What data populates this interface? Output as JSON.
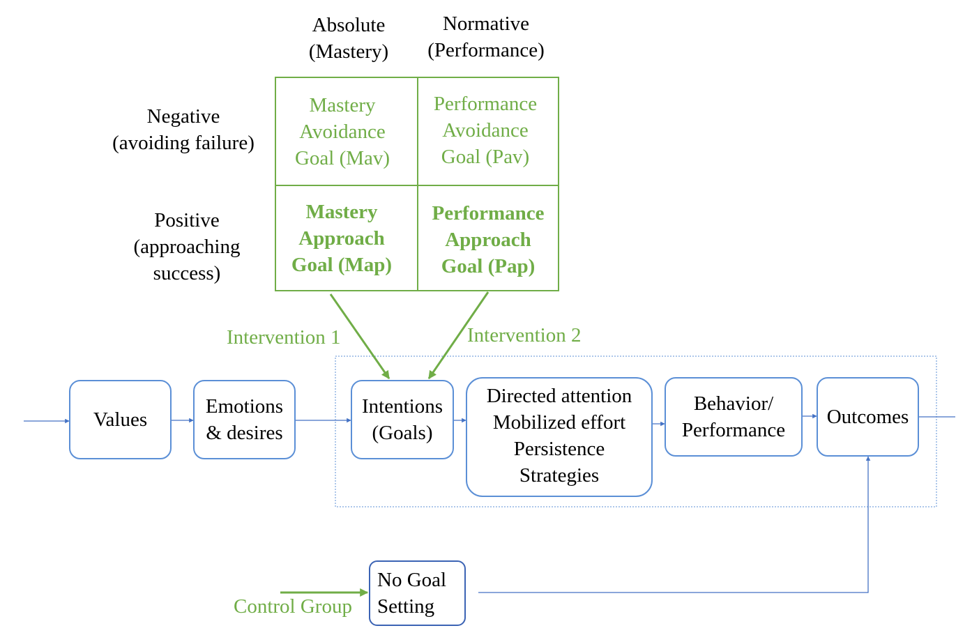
{
  "columns": {
    "absolute": [
      "Absolute",
      "(Mastery)"
    ],
    "normative": [
      "Normative",
      "(Performance)"
    ]
  },
  "rows": {
    "negative": [
      "Negative",
      "(avoiding failure)"
    ],
    "positive": [
      "Positive",
      "(approaching",
      "success)"
    ]
  },
  "goals": {
    "mav": [
      "Mastery",
      "Avoidance",
      "Goal (Mav)"
    ],
    "pav": [
      "Performance",
      "Avoidance",
      "Goal (Pav)"
    ],
    "map": [
      "Mastery",
      "Approach",
      "Goal (Map)"
    ],
    "pap": [
      "Performance",
      "Approach",
      "Goal (Pap)"
    ]
  },
  "interventions": {
    "one": "Intervention 1",
    "two": "Intervention 2",
    "control": "Control Group"
  },
  "nodes": {
    "values": [
      "Values"
    ],
    "emotions": [
      "Emotions",
      "& desires"
    ],
    "intentions": [
      "Intentions",
      "(Goals)"
    ],
    "mechanisms": [
      "Directed attention",
      "Mobilized effort",
      "Persistence",
      "Strategies"
    ],
    "behavior": [
      "Behavior/",
      "Performance"
    ],
    "outcomes": [
      "Outcomes"
    ],
    "no_goal": [
      "No Goal",
      "Setting"
    ]
  },
  "colors": {
    "green": "#70ad47",
    "blue": "#4472c4",
    "node_border": "#5b8fd6"
  }
}
